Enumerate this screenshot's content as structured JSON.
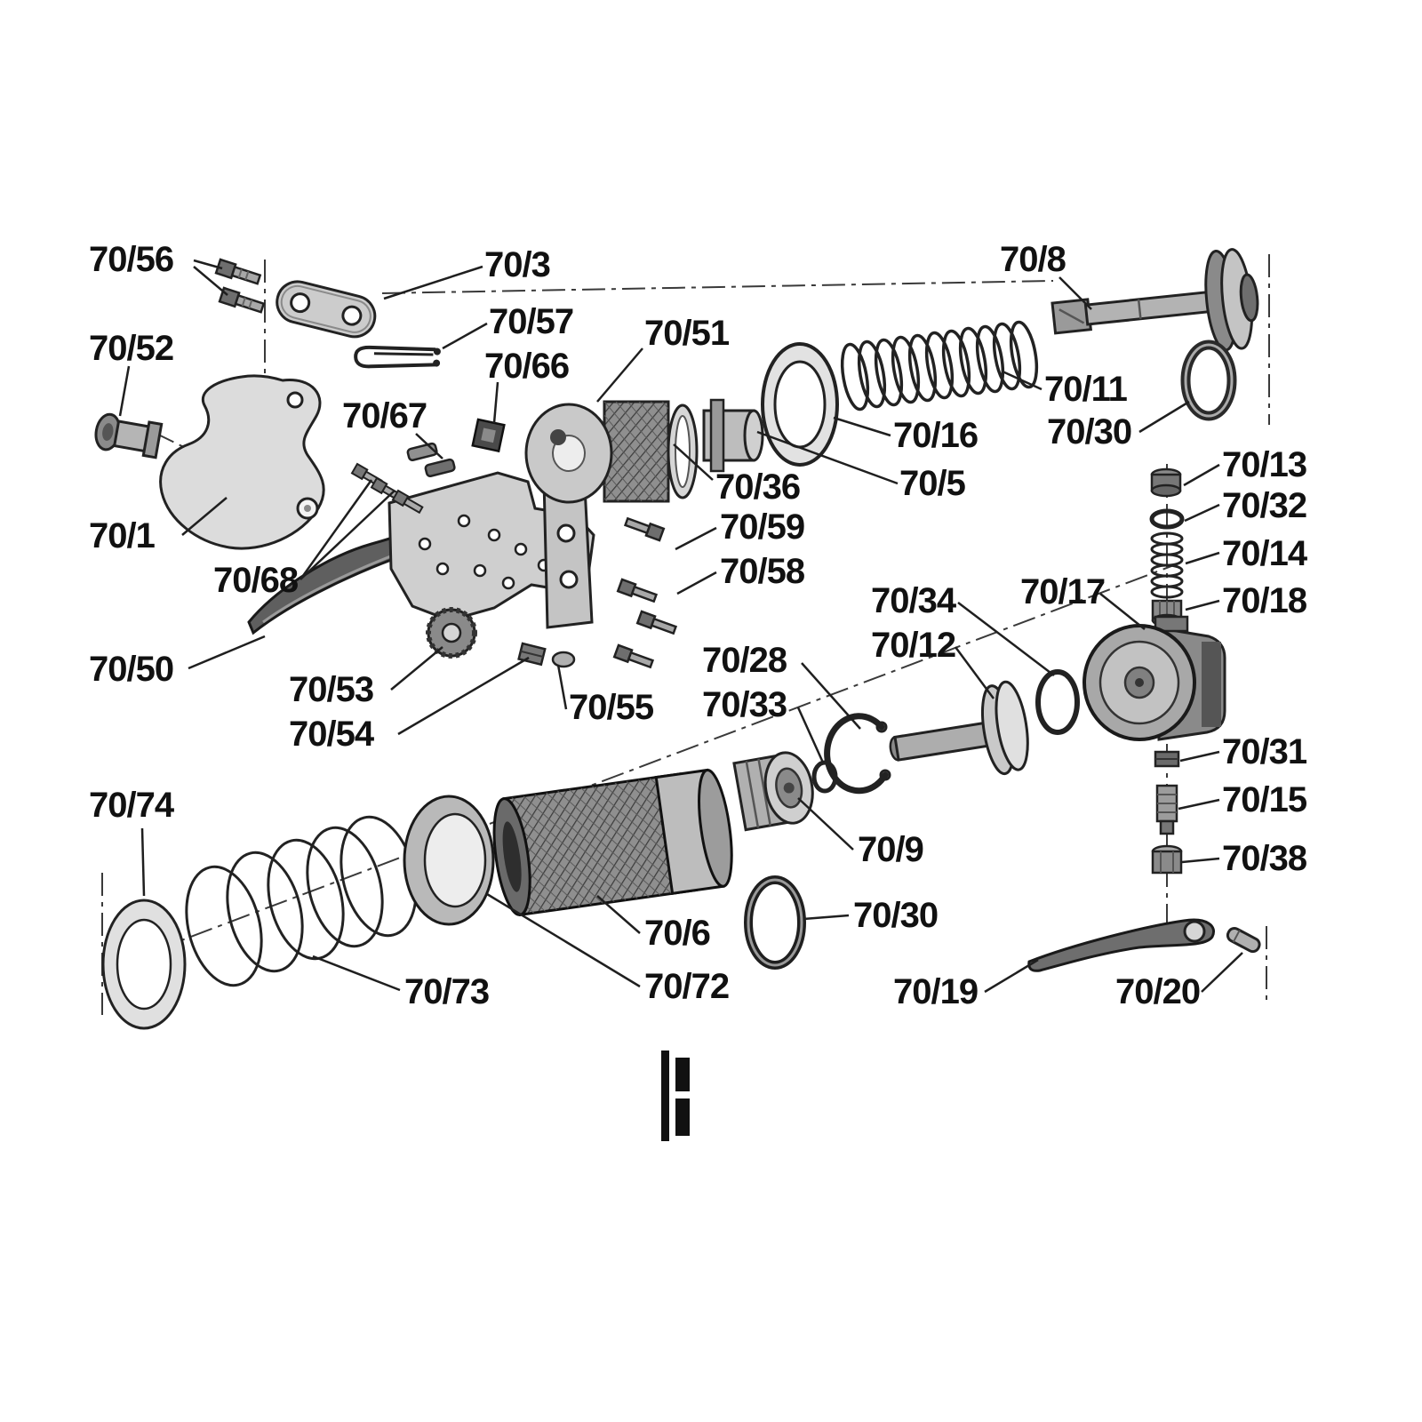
{
  "diagram": {
    "type": "exploded-parts-diagram",
    "colors": {
      "background": "#ffffff",
      "outline": "#1f1f1f",
      "label_text": "#111111",
      "part_fill_light": "#d9d9d9",
      "part_fill_mid": "#a8a8a8",
      "part_fill_dark": "#5f5f5f"
    },
    "labels": [
      "70/56",
      "70/3",
      "70/57",
      "70/52",
      "70/66",
      "70/51",
      "70/8",
      "70/67",
      "70/11",
      "70/16",
      "70/30",
      "70/36",
      "70/5",
      "70/13",
      "70/32",
      "70/1",
      "70/59",
      "70/14",
      "70/58",
      "70/18",
      "70/68",
      "70/34",
      "70/17",
      "70/12",
      "70/28",
      "70/50",
      "70/33",
      "70/53",
      "70/55",
      "70/54",
      "70/31",
      "70/15",
      "70/9",
      "70/38",
      "70/74",
      "70/30",
      "70/6",
      "70/73",
      "70/72",
      "70/19",
      "70/20"
    ]
  }
}
